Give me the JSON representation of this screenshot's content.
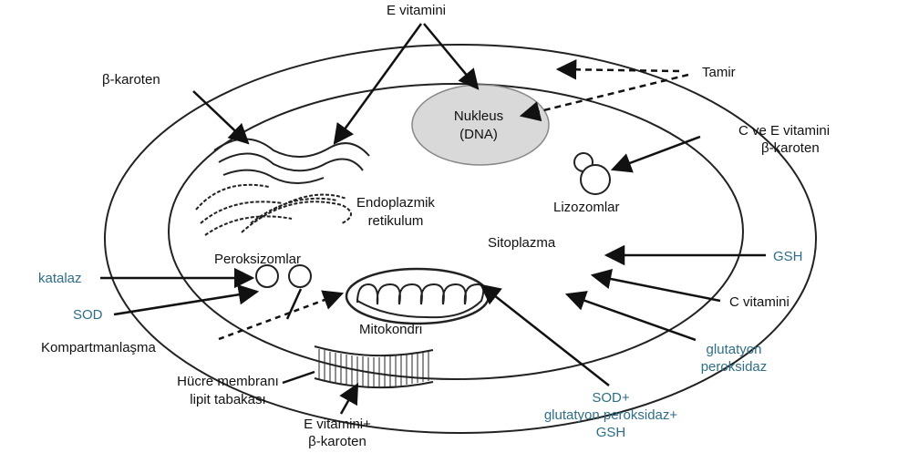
{
  "labels": {
    "e_vitamini_top": "E vitamini",
    "beta_karoten_top": "β-karoten",
    "tamir": "Tamir",
    "nukleus": "Nukleus",
    "dna": "(DNA)",
    "c_ve_e_line1": "C ve E vitamini",
    "c_ve_e_line2": "β-karoten",
    "endo_line1": "Endoplazmik",
    "endo_line2": "retikulum",
    "lizozomlar": "Lizozomlar",
    "sitoplazma": "Sitoplazma",
    "gsh_right": "GSH",
    "peroksizomlar": "Peroksizomlar",
    "katalaz": "katalaz",
    "sod_left": "SOD",
    "mitokondri": "Mitokondri",
    "c_vitamini": "C vitamini",
    "kompartmanlasma": "Kompartmanlaşma",
    "glut_line1": "glutatyon",
    "glut_line2": "peroksidaz",
    "membran_line1": "Hücre membranı",
    "membran_line2": "lipit tabakası",
    "sod_bottom_line1": "SOD+",
    "sod_bottom_line2": "glutatyon peroksidaz+",
    "sod_bottom_line3": "GSH",
    "evit_bottom_line1": "E vitamini+",
    "evit_bottom_line2": "β-karoten"
  },
  "colors": {
    "teal_text": "#2e6e88",
    "nucleus_fill": "#d9d9d9",
    "line": "#111111"
  }
}
